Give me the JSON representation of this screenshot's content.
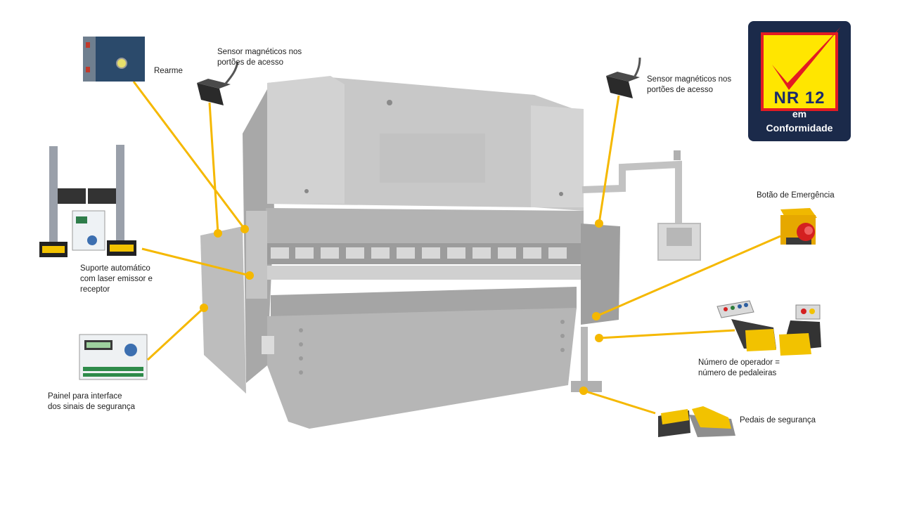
{
  "labels": {
    "rearme": "Rearme",
    "sensor_left": "Sensor magnéticos nos\nportões de acesso",
    "sensor_right": "Sensor magnéticos nos\nportões de acesso",
    "suporte": "Suporte automático\ncom laser emissor e\nreceptor",
    "painel": "Painel para interface\ndos sinais de segurança",
    "botao": "Botão de Emergência",
    "numero": "Número de operador =\nnúmero de pedaleiras",
    "pedais": "Pedais de segurança"
  },
  "badge": {
    "nr": "NR 12",
    "em": "em",
    "conformidade": "Conformidade"
  },
  "colors": {
    "connector": "#f5b800",
    "machine": "#b9b9b9",
    "badge_bg": "#1b2a4a",
    "badge_yellow": "#ffe600",
    "check_red": "#e31b23"
  }
}
